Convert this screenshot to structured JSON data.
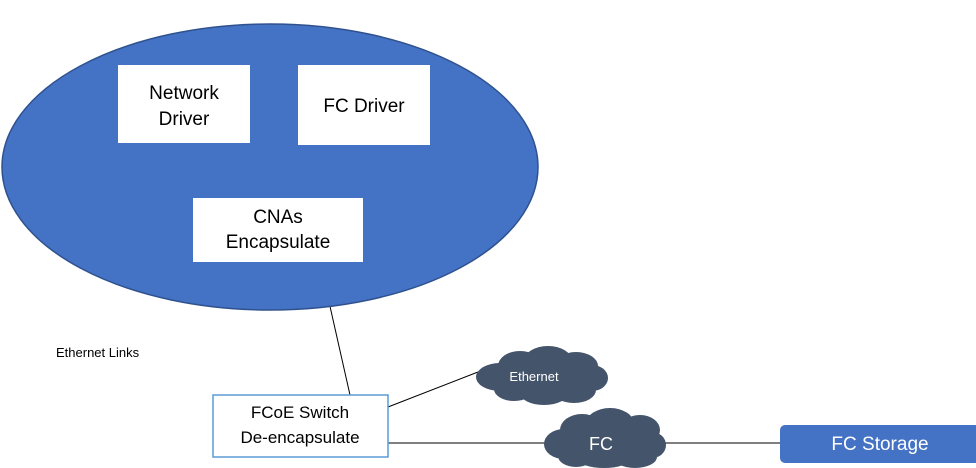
{
  "host": {
    "network_driver": [
      "Network",
      "Driver"
    ],
    "fc_driver": "FC Driver",
    "cna": [
      "CNAs",
      "Encapsulate"
    ]
  },
  "ethernet_links_label": "Ethernet Links",
  "switch": [
    "FCoE Switch",
    "De-encapsulate"
  ],
  "clouds": {
    "ethernet": "Ethernet",
    "fc": "FC"
  },
  "storage": "FC Storage",
  "colors": {
    "host_fill": "#4472c4",
    "host_stroke": "#2f528f",
    "cloud_fill": "#44546a",
    "box_fill": "#ffffff",
    "switch_stroke": "#5b9bd5",
    "line": "#000000",
    "storage_fill": "#4472c4"
  }
}
